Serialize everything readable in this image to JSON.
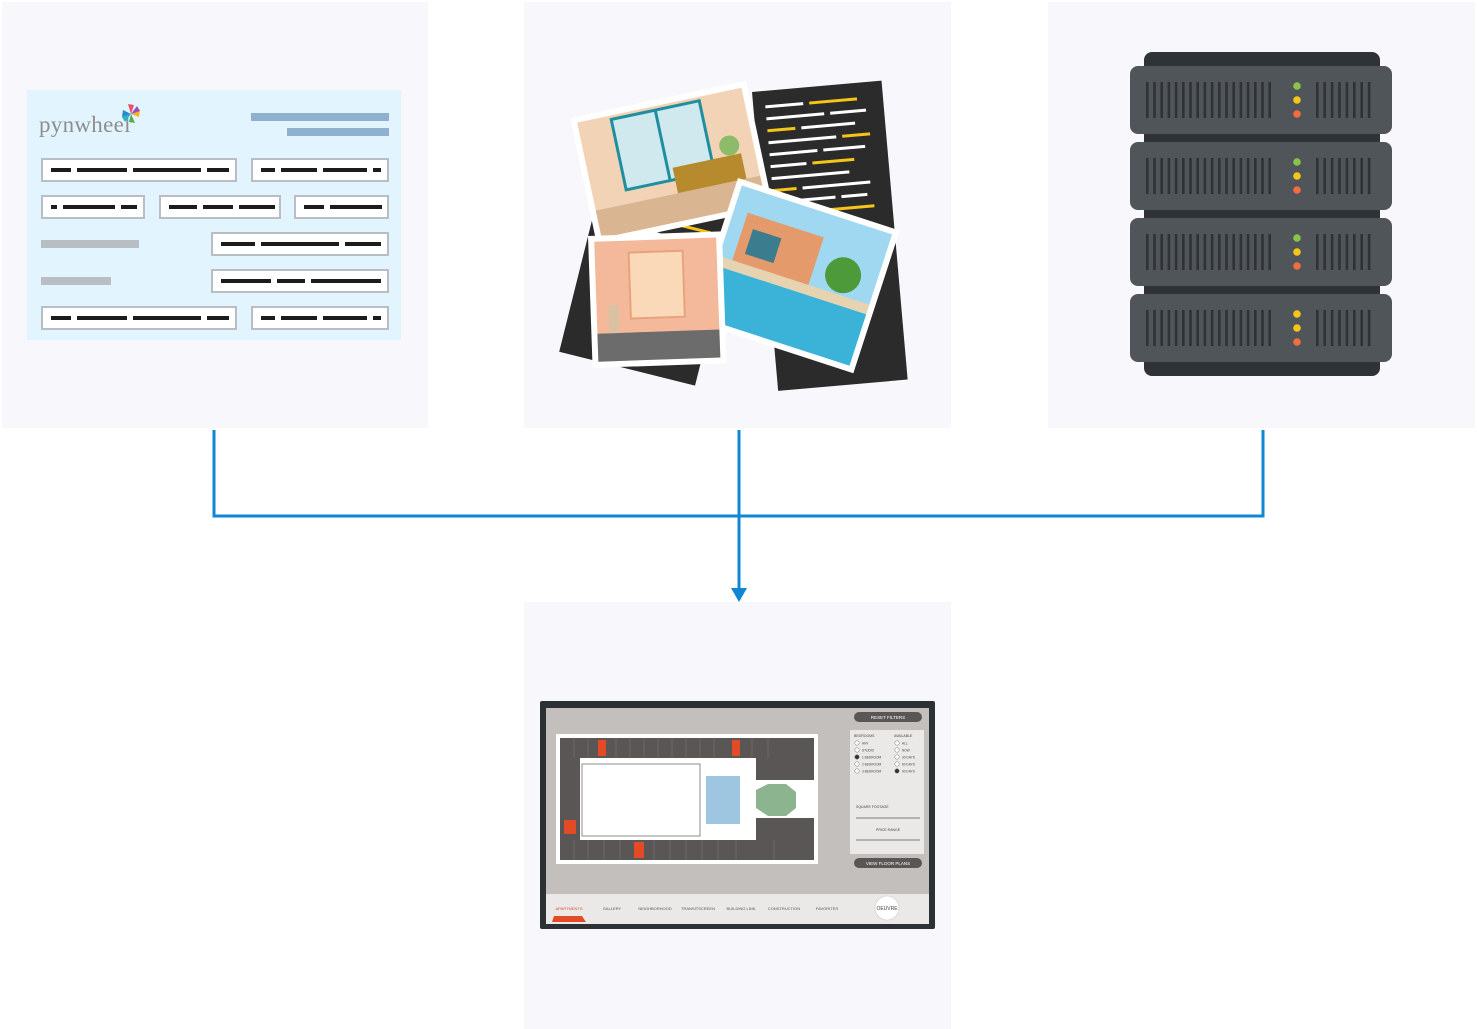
{
  "form": {
    "brand": "pynwheel",
    "colors": {
      "card": "#e2f4fd",
      "border": "#b9bec5",
      "heading_bar": "#8fb0cf",
      "label_bar": "#b9bec4"
    }
  },
  "media": {
    "icon": "photos-and-documents-icon"
  },
  "server": {
    "icon": "server-rack-icon",
    "led_colors": [
      "#8bc34a",
      "#f5c518",
      "#f26c3f"
    ]
  },
  "connector": {
    "color": "#1187d4"
  },
  "screen": {
    "icon": "floor-plan-kiosk-icon",
    "reset_label": "RESET FILTERS",
    "view_label": "VIEW FLOOR PLANS",
    "filter_heading_left": "BEDROOMS",
    "filter_heading_right": "AVAILABLE",
    "filter_left": [
      "ANY",
      "STUDIO",
      "1 BEDROOM",
      "2 BEDROOM",
      "3 BEDROOM"
    ],
    "filter_right": [
      "ALL",
      "NOW",
      "30 DAYS",
      "60 DAYS",
      "90 DAYS"
    ],
    "square_footage": "SQUARE FOOTAGE",
    "price_range": "PRICE RANGE",
    "nav": [
      "APARTMENTS",
      "GALLERY",
      "NEIGHBORHOOD",
      "TRANSITSCREEN",
      "BUILDING LINK",
      "CONSTRUCTION",
      "FAVORITES"
    ],
    "brand_mark": "OEUVRE",
    "accent": "#e24b26"
  }
}
